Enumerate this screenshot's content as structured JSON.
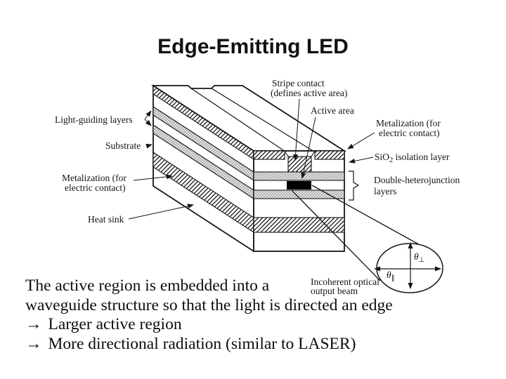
{
  "title": "Edge-Emitting LED",
  "diagram": {
    "labels": {
      "stripe_contact_line1": "Stripe contact",
      "stripe_contact_line2": "(defines active area)",
      "active_area": "Active area",
      "light_guiding": "Light-guiding layers",
      "substrate": "Substrate",
      "metalization_left_line1": "Metalization (for",
      "metalization_left_line2": "electric contact)",
      "heat_sink": "Heat sink",
      "metalization_right_line1": "Metalization (for",
      "metalization_right_line2": "electric contact)",
      "sio2_prefix": "SiO",
      "sio2_sub": "2",
      "sio2_suffix": " isolation layer",
      "dh_line1": "Double-heterojunction",
      "dh_line2": "layers",
      "beam_line1": "Incoherent optical",
      "beam_line2": "output beam",
      "theta_perp": "θ",
      "theta_perp_sub": "⊥",
      "theta_par": "θ",
      "theta_par_sub": "∥"
    }
  },
  "body": {
    "line1": "The active region is embedded into a",
    "line2": "waveguide structure so that the light is directed an edge",
    "bullet1_arrow": "→",
    "bullet1": "Larger active region",
    "bullet2_arrow": "→",
    "bullet2": "More directional radiation (similar to LASER)"
  },
  "colors": {
    "ink": "#151515",
    "gray_layer": "#e9e9e9",
    "active_region": "#000000",
    "background": "#ffffff"
  }
}
